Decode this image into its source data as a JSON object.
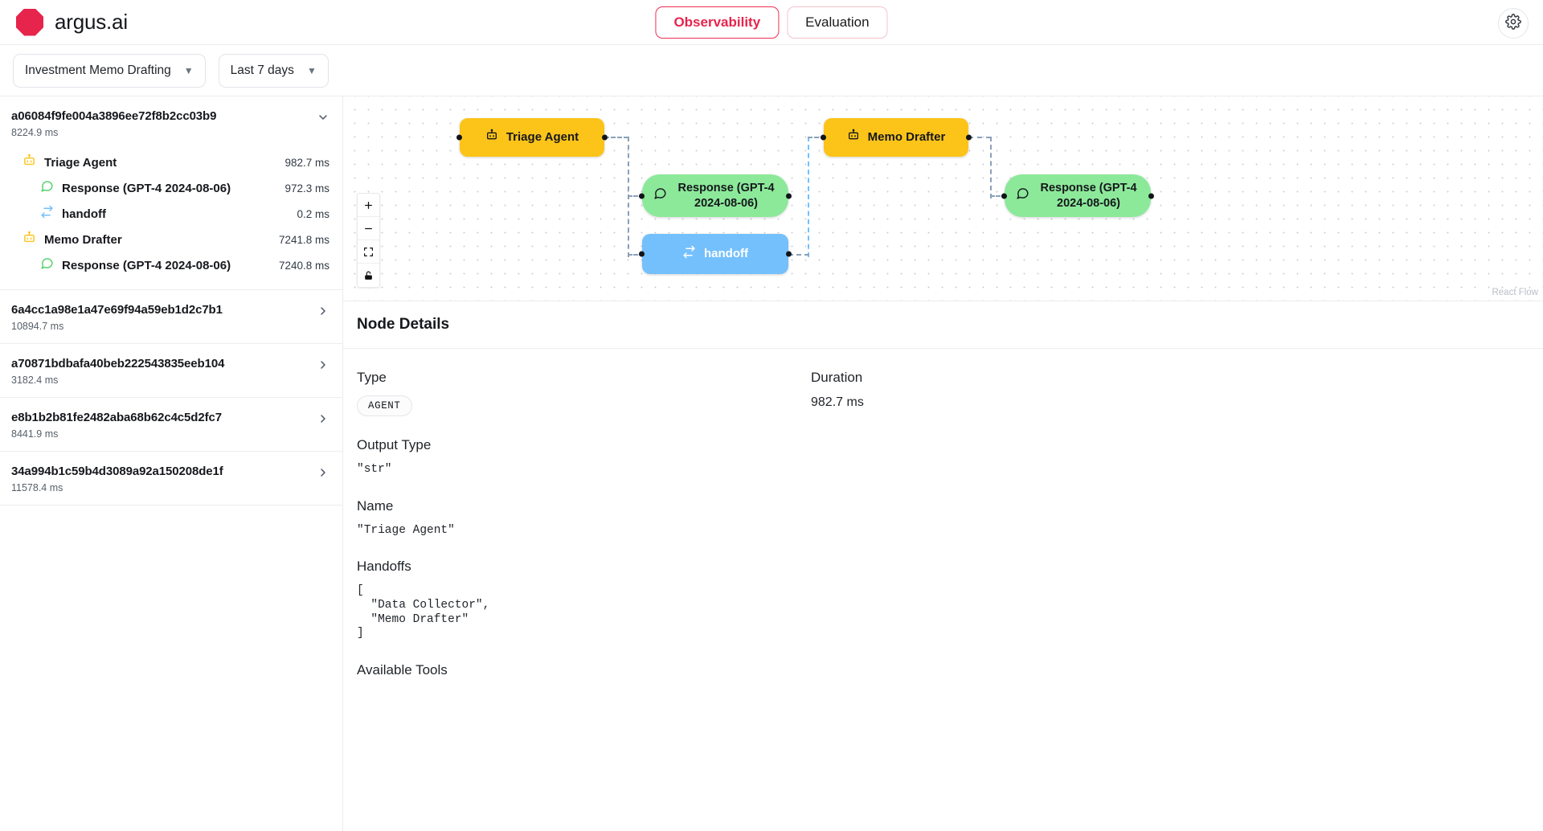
{
  "header": {
    "brand": "argus.ai",
    "logo_color": "#e6244c",
    "nav": [
      {
        "label": "Observability",
        "active": true
      },
      {
        "label": "Evaluation",
        "active": false
      }
    ],
    "settings_icon": "gear-icon"
  },
  "filters": {
    "project": "Investment Memo Drafting",
    "time_range": "Last 7 days"
  },
  "sidebar": {
    "traces": [
      {
        "id": "a06084f9fe004a3896ee72f8b2cc03b9",
        "duration": "8224.9 ms",
        "expanded": true,
        "arrow": "chevron-down-icon",
        "spans": [
          {
            "icon": "robot-icon",
            "label": "Triage Agent",
            "duration": "982.7 ms",
            "indent": 1
          },
          {
            "icon": "message-icon",
            "label": "Response (GPT-4 2024-08-06)",
            "duration": "972.3 ms",
            "indent": 2
          },
          {
            "icon": "handoff-icon",
            "label": "handoff",
            "duration": "0.2 ms",
            "indent": 2
          },
          {
            "icon": "robot-icon",
            "label": "Memo Drafter",
            "duration": "7241.8 ms",
            "indent": 1
          },
          {
            "icon": "message-icon",
            "label": "Response (GPT-4 2024-08-06)",
            "duration": "7240.8 ms",
            "indent": 2
          }
        ]
      },
      {
        "id": "6a4cc1a98e1a47e69f94a59eb1d2c7b1",
        "duration": "10894.7 ms",
        "expanded": false,
        "arrow": "chevron-right-icon",
        "spans": []
      },
      {
        "id": "a70871bdbafa40beb222543835eeb104",
        "duration": "3182.4 ms",
        "expanded": false,
        "arrow": "chevron-right-icon",
        "spans": []
      },
      {
        "id": "e8b1b2b81fe2482aba68b62c4c5d2fc7",
        "duration": "8441.9 ms",
        "expanded": false,
        "arrow": "chevron-right-icon",
        "spans": []
      },
      {
        "id": "34a994b1c59b4d3089a92a150208de1f",
        "duration": "11578.4 ms",
        "expanded": false,
        "arrow": "chevron-right-icon",
        "spans": []
      }
    ]
  },
  "flow": {
    "attribution": "React Flow",
    "controls": [
      {
        "name": "zoom-in-control",
        "glyph": "+"
      },
      {
        "name": "zoom-out-control",
        "glyph": "−"
      },
      {
        "name": "fit-view-control",
        "glyph": "⛶"
      },
      {
        "name": "lock-control",
        "glyph": "🔓"
      }
    ],
    "nodes": [
      {
        "id": "triage-agent",
        "label": "Triage Agent",
        "type": "agent",
        "icon": "robot-icon",
        "color": "#fcc419"
      },
      {
        "id": "triage-response",
        "label": "Response (GPT-4 2024-08-06)",
        "type": "response",
        "icon": "message-icon",
        "color": "#8ce99a"
      },
      {
        "id": "handoff",
        "label": "handoff",
        "type": "handoff",
        "icon": "handoff-icon",
        "color": "#74c0fc"
      },
      {
        "id": "memo-drafter",
        "label": "Memo Drafter",
        "type": "agent",
        "icon": "robot-icon",
        "color": "#fcc419"
      },
      {
        "id": "memo-response",
        "label": "Response (GPT-4 2024-08-06)",
        "type": "response",
        "icon": "message-icon",
        "color": "#8ce99a"
      }
    ]
  },
  "details": {
    "title": "Node Details",
    "type_label": "Type",
    "type_value": "AGENT",
    "duration_label": "Duration",
    "duration_value": "982.7 ms",
    "output_type_label": "Output Type",
    "output_type_value": "\"str\"",
    "name_label": "Name",
    "name_value": "\"Triage Agent\"",
    "handoffs_label": "Handoffs",
    "handoffs_value": "[\n  \"Data Collector\",\n  \"Memo Drafter\"\n]",
    "available_tools_label": "Available Tools"
  }
}
